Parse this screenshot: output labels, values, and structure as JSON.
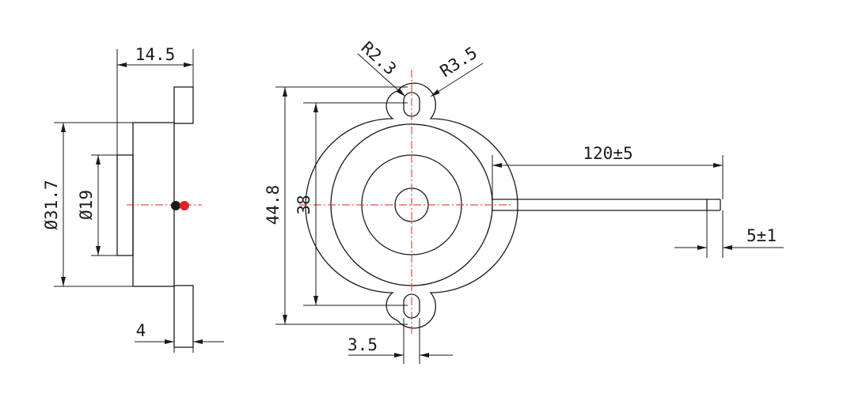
{
  "dimensions": {
    "side_width": "14.5",
    "outer_diameter": "Ø31.7",
    "inner_diameter": "Ø19",
    "tab_thickness": "4",
    "overall_height": "44.8",
    "hole_spacing": "38",
    "hole_radius": "R2.3",
    "tab_radius": "R3.5",
    "hole_width": "3.5",
    "wire_length": "120±5",
    "wire_strip": "5±1"
  },
  "colors": {
    "line": "#1a1a1a",
    "centerline": "#e8202a",
    "wire_red": "#e8202a",
    "wire_black": "#1a1a1a"
  }
}
